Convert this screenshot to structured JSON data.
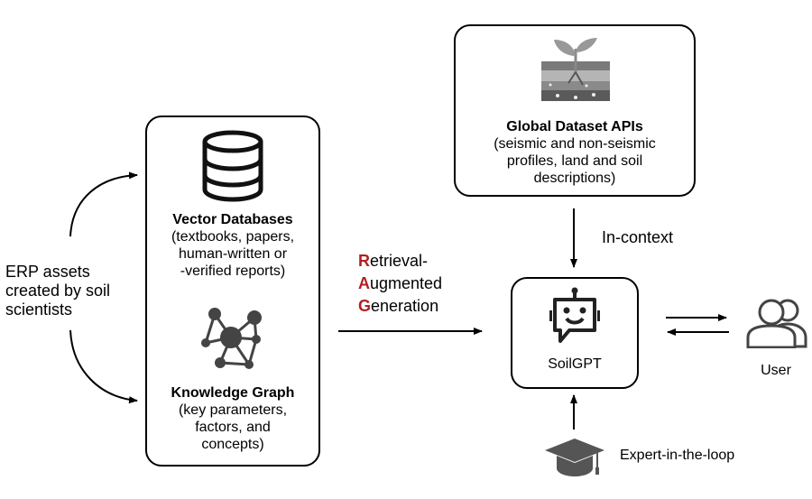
{
  "erp_assets": {
    "line1": "ERP assets",
    "line2": "created by soil",
    "line3": "scientists"
  },
  "vector_db": {
    "title": "Vector Databases",
    "line1": "(textbooks, papers,",
    "line2": "human-written or",
    "line3": "-verified reports)"
  },
  "knowledge_graph": {
    "title": "Knowledge Graph",
    "line1": "(key parameters,",
    "line2": "factors, and",
    "line3": "concepts)"
  },
  "global_apis": {
    "title": "Global Dataset APIs",
    "line1": "(seismic and non-seismic",
    "line2": "profiles, land and soil",
    "line3": "descriptions)"
  },
  "rag": {
    "r_initial": "R",
    "r_rest": "etrieval-",
    "a_initial": "A",
    "a_rest": "ugmented",
    "g_initial": "G",
    "g_rest": "eneration"
  },
  "in_context": "In-context",
  "soilgpt": "SoilGPT",
  "user": "User",
  "expert": "Expert-in-the-loop",
  "colors": {
    "accent": "#b21f1f",
    "stroke": "#000000",
    "icon_gray": "#444444"
  },
  "icons": [
    "database-icon",
    "knowledge-graph-icon",
    "soil-plant-icon",
    "robot-chat-icon",
    "users-icon",
    "graduation-cap-icon"
  ]
}
